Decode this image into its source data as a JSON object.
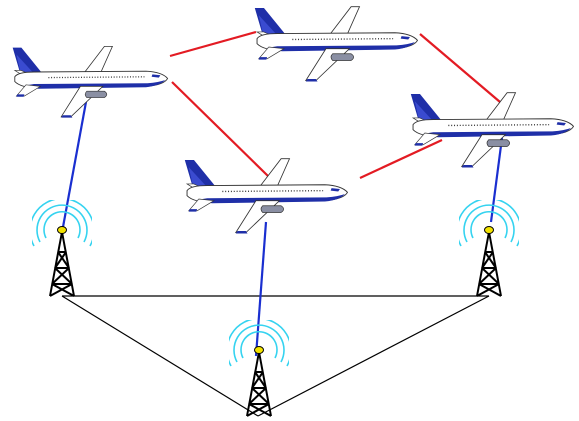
{
  "diagram": {
    "background": "#ffffff",
    "colors": {
      "air_link": "#e31b23",
      "air_ground_link": "#1a2fd0",
      "ground_link": "#000000",
      "fuselage": "#ffffff",
      "fuselage_outline": "#333333",
      "livery_blue": "#1f2fa8",
      "engine_gray": "#8a8fa3",
      "tower_black": "#000000",
      "tower_beacon": "#f2e200",
      "signal_waves": "#35d3f0"
    },
    "icons": {
      "aircraft": "airplane-icon",
      "ground_station": "radio-tower-icon",
      "signal": "signal-waves-icon"
    },
    "nodes": {
      "aircraft": [
        "aircraft-1",
        "aircraft-2",
        "aircraft-3",
        "aircraft-4"
      ],
      "ground_stations": [
        "tower-1",
        "tower-2",
        "tower-3"
      ]
    },
    "links": {
      "air_to_air": [
        [
          "aircraft-1",
          "aircraft-2"
        ],
        [
          "aircraft-1",
          "aircraft-3"
        ],
        [
          "aircraft-2",
          "aircraft-4"
        ],
        [
          "aircraft-3",
          "aircraft-4"
        ]
      ],
      "air_to_ground": [
        [
          "aircraft-1",
          "tower-1"
        ],
        [
          "aircraft-3",
          "tower-2"
        ],
        [
          "aircraft-4",
          "tower-3"
        ]
      ],
      "ground_to_ground": [
        [
          "tower-1",
          "tower-3"
        ],
        [
          "tower-1",
          "tower-2"
        ],
        [
          "tower-2",
          "tower-3"
        ]
      ]
    }
  }
}
